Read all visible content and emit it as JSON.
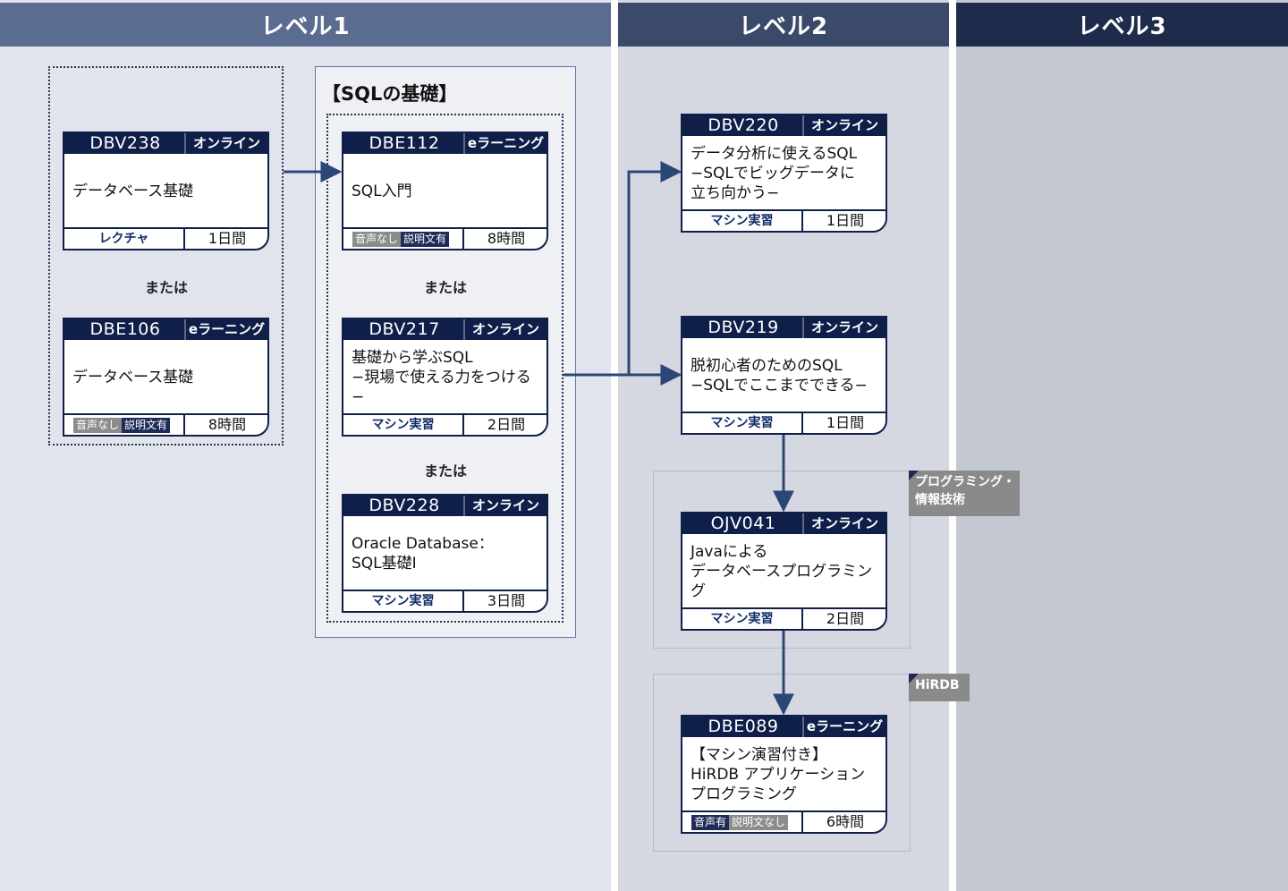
{
  "columns": [
    {
      "label": "レベル1",
      "head_color": "#5a6c90",
      "bg_color": "#e1e4ec"
    },
    {
      "label": "レベル2",
      "head_color": "#3b4a6b",
      "bg_color": "#d5d8e1"
    },
    {
      "label": "レベル3",
      "head_color": "#1e2b4a",
      "bg_color": "#c4c8d1"
    }
  ],
  "group": {
    "title": "【SQLの基礎】"
  },
  "or_label": "または",
  "tags": {
    "programming": "プログラミング・\n情報技術",
    "hirdb": "HiRDB"
  },
  "cards": {
    "dbv238": {
      "code": "DBV238",
      "tag": "オンライン",
      "title": "データベース基礎",
      "method": "レクチャ",
      "duration": "1日間"
    },
    "dbe106": {
      "code": "DBE106",
      "tag": "eラーニング",
      "title": "データベース基礎",
      "chips": [
        "音声なし",
        "説明文有"
      ],
      "duration": "8時間"
    },
    "dbe112": {
      "code": "DBE112",
      "tag": "eラーニング",
      "title": "SQL入門",
      "chips": [
        "音声なし",
        "説明文有"
      ],
      "duration": "8時間"
    },
    "dbv217": {
      "code": "DBV217",
      "tag": "オンライン",
      "title": "基礎から学ぶSQL\n−現場で使える力をつける−",
      "method": "マシン実習",
      "duration": "2日間"
    },
    "dbv228": {
      "code": "DBV228",
      "tag": "オンライン",
      "title": "Oracle Database：\nSQL基礎Ⅰ",
      "method": "マシン実習",
      "duration": "3日間"
    },
    "dbv220": {
      "code": "DBV220",
      "tag": "オンライン",
      "title": "データ分析に使えるSQL\n−SQLでビッグデータに\n立ち向かう−",
      "method": "マシン実習",
      "duration": "1日間"
    },
    "dbv219": {
      "code": "DBV219",
      "tag": "オンライン",
      "title": "脱初心者のためのSQL\n−SQLでここまでできる−",
      "method": "マシン実習",
      "duration": "1日間"
    },
    "ojv041": {
      "code": "OJV041",
      "tag": "オンライン",
      "title": "Javaによる\nデータベースプログラミング",
      "method": "マシン実習",
      "duration": "2日間"
    },
    "dbe089": {
      "code": "DBE089",
      "tag": "eラーニング",
      "title": "【マシン演習付き】\nHiRDB アプリケーション\nプログラミング",
      "chips": [
        "音声有",
        "説明文なし"
      ],
      "duration": "6時間"
    }
  },
  "colors": {
    "navy": "#0f1f4a",
    "arrow": "#2c4677",
    "chip_grey": "#8c8c8c",
    "chip_navy": "#1f2c58"
  }
}
